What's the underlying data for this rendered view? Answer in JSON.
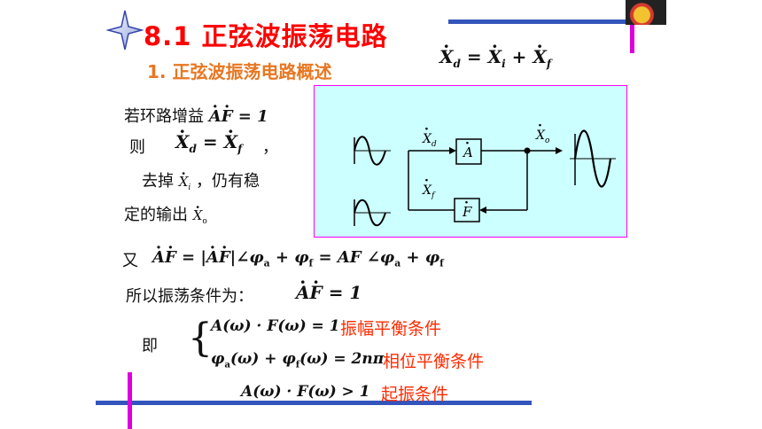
{
  "header": {
    "title": "8.1  正弦波振荡电路",
    "subtitle": "1. 正弦波振荡电路概述"
  },
  "text": {
    "line1_prefix": "若环路增益",
    "line2_prefix": "则",
    "line2_suffix": "，",
    "line3_prefix": "去掉",
    "line3_suffix": "，仍有稳",
    "line4_prefix": "定的输出",
    "line5_prefix": "又",
    "line6_prefix": "所以振荡条件为：",
    "line7_prefix": "即"
  },
  "labels": {
    "amp_cond": "振幅平衡条件",
    "phase_cond": "相位平衡条件",
    "start_cond": "起振条件"
  },
  "diagram": {
    "xd": "X",
    "xd_sub": "d",
    "xo": "X",
    "xo_sub": "o",
    "xf": "X",
    "xf_sub": "f",
    "a_block": "A",
    "f_block": "F"
  },
  "colors": {
    "title": "#ff0000",
    "subtitle": "#e87722",
    "condition": "#ff2a00",
    "diagram_bg": "#ccffff",
    "diagram_border": "#ff00ff",
    "deco_blue": "#3355bb",
    "deco_magenta": "#dd00dd"
  },
  "icons": {
    "star": "four-point-star-icon",
    "logo": "logo-icon"
  }
}
